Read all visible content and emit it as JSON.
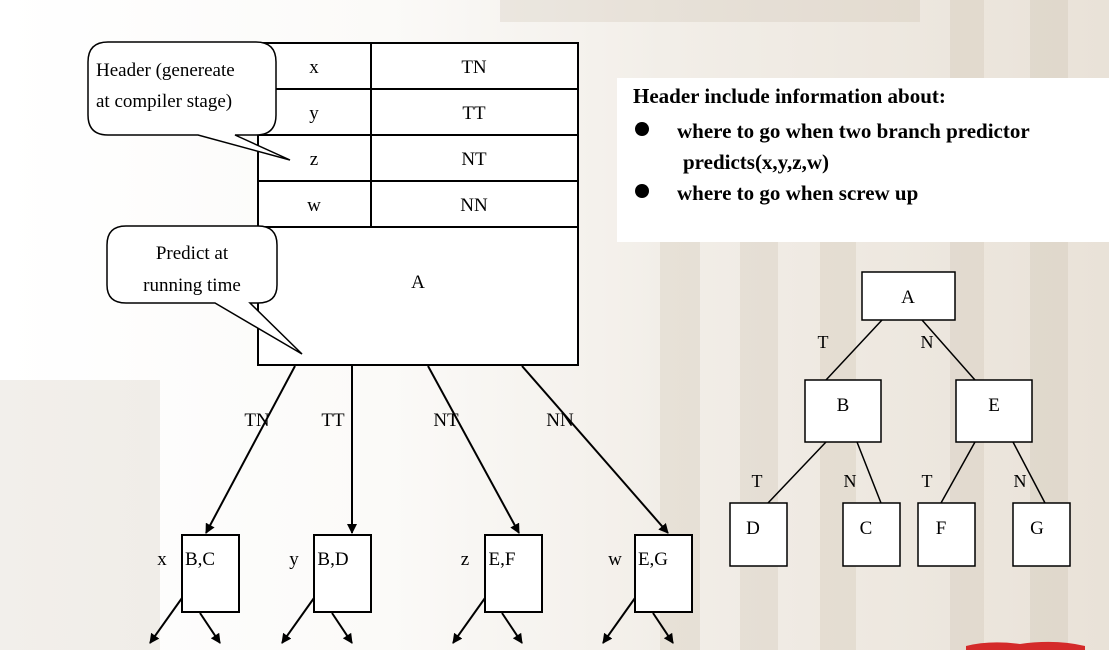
{
  "header_callout": {
    "line1": "Header (genereate",
    "line2": "at compiler stage)"
  },
  "predict_callout": {
    "line1": "Predict at",
    "line2": "running time"
  },
  "header_table": [
    {
      "key": "x",
      "value": "TN"
    },
    {
      "key": "y",
      "value": "TT"
    },
    {
      "key": "z",
      "value": "NT"
    },
    {
      "key": "w",
      "value": "NN"
    }
  ],
  "block_label": "A",
  "edges": [
    "TN",
    "TT",
    "NT",
    "NN"
  ],
  "targets": [
    {
      "prefix": "x",
      "label": "B,C"
    },
    {
      "prefix": "y",
      "label": "B,D"
    },
    {
      "prefix": "z",
      "label": "E,F"
    },
    {
      "prefix": "w",
      "label": "E,G"
    }
  ],
  "info": {
    "title": "Header include information about:",
    "bullets": [
      [
        "where to go when two branch predictor",
        "predicts(x,y,z,w)"
      ],
      [
        "where to go when screw up"
      ]
    ]
  },
  "tree": {
    "root": "A",
    "level1": [
      "B",
      "E"
    ],
    "leaves": [
      "D",
      "C",
      "F",
      "G"
    ],
    "edge_labels": {
      "root_left": "T",
      "root_right": "N",
      "b_left": "T",
      "b_right": "N",
      "e_left": "T",
      "e_right": "N"
    }
  },
  "colors": {
    "logo": "#d42a2a"
  }
}
